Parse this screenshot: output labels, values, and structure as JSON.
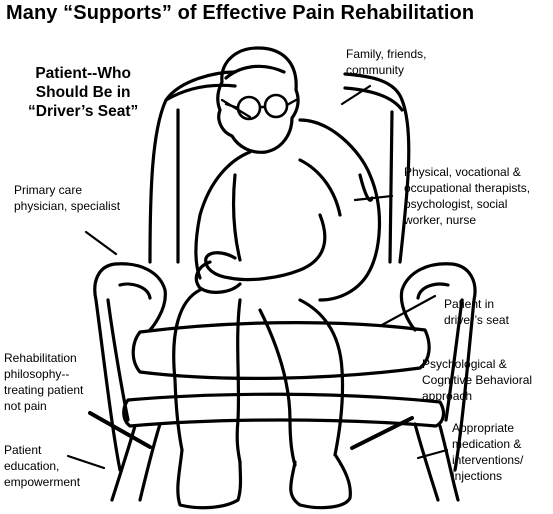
{
  "title": "Many “Supports” of Effective Pain Rehabilitation",
  "labels": {
    "patient_drivers_seat": "Patient--Who\nShould Be in\n“Driver’s Seat”",
    "family": "Family, friends,\ncommunity",
    "primary_care": "Primary care\nphysician, specialist",
    "therapists": "Physical, vocational &\noccupational therapists,\npsychologist, social\nworker, nurse",
    "patient_in_seat": "Patient in\ndriver’s seat",
    "rehab_philosophy": "Rehabilitation\nphilosophy--\ntreating patient\nnot pain",
    "psych_cbt": "Psychological &\nCognitive Behavioral\napproach",
    "patient_education": "Patient\neducation,\nempowerment",
    "medication": "Appropriate\nmedication &\ninterventions/\ninjections"
  },
  "colors": {
    "ink": "#000000",
    "background": "#ffffff"
  },
  "icons": [
    "seated-patient-in-armchair-illustration"
  ]
}
